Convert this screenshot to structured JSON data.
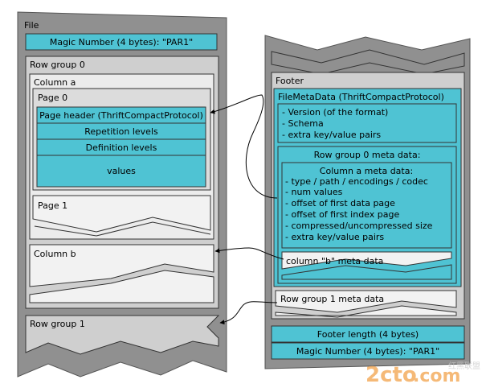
{
  "file": {
    "label": "File",
    "magic_top": "Magic Number (4 bytes): \"PAR1\"",
    "row_group_0": {
      "label": "Row group 0",
      "column_a": {
        "label": "Column a",
        "page0": {
          "label": "Page 0",
          "header": "Page header (ThriftCompactProtocol)",
          "repetition": "Repetition levels",
          "definition": "Definition levels",
          "values": "values"
        },
        "page1_label": "Page 1"
      },
      "column_b_label": "Column b"
    },
    "row_group_1_label": "Row group 1"
  },
  "footer": {
    "label": "Footer",
    "filemetadata": {
      "label": "FileMetaData (ThriftCompactProtocol)",
      "lines": [
        "- Version (of the format)",
        "- Schema",
        "- extra key/value pairs"
      ],
      "rg0": {
        "label": "Row group 0 meta data:",
        "column_a": {
          "label": "Column a meta data:",
          "lines": [
            "- type / path / encodings / codec",
            "- num values",
            "- offset of first data page",
            "- offset of first index page",
            "- compressed/uncompressed size",
            "- extra key/value pairs"
          ]
        },
        "column_b": "column \"b\" meta data"
      }
    },
    "rg1": "Row group 1 meta data",
    "length": "Footer length (4 bytes)",
    "magic": "Magic Number (4 bytes): \"PAR1\""
  },
  "watermark": {
    "main": "2cto",
    "suffix": ".com",
    "small": "红黑联盟"
  },
  "colors": {
    "teal": "#4fc3d3",
    "gray_dark": "#909090",
    "gray_mid": "#cfcfcf",
    "gray_light": "#ececec",
    "watermark": "#f2a24a"
  }
}
